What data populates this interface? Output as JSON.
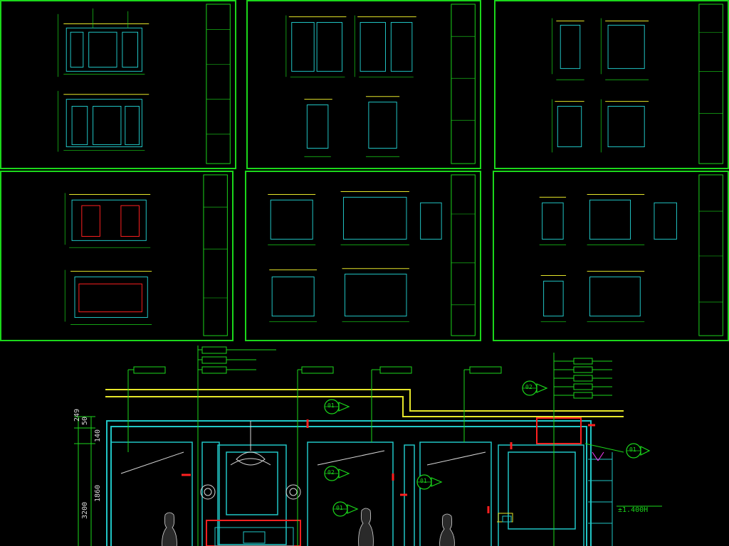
{
  "drawing": {
    "dimensions": {
      "d1": "50",
      "d2": "249",
      "d3": "140",
      "d4": "1860",
      "d5": "3200"
    },
    "level_label": "±1.400H",
    "callouts": {
      "c1": "01",
      "c2": "02",
      "c3": "01",
      "c4": "01",
      "c5": "02",
      "c6": "01"
    }
  },
  "colors": {
    "green": "#1bd71b",
    "cyan": "#21c6c6",
    "yellow": "#e6e62a",
    "red": "#ff2020",
    "white": "#d8d8d8",
    "magenta": "#ff3cff"
  }
}
